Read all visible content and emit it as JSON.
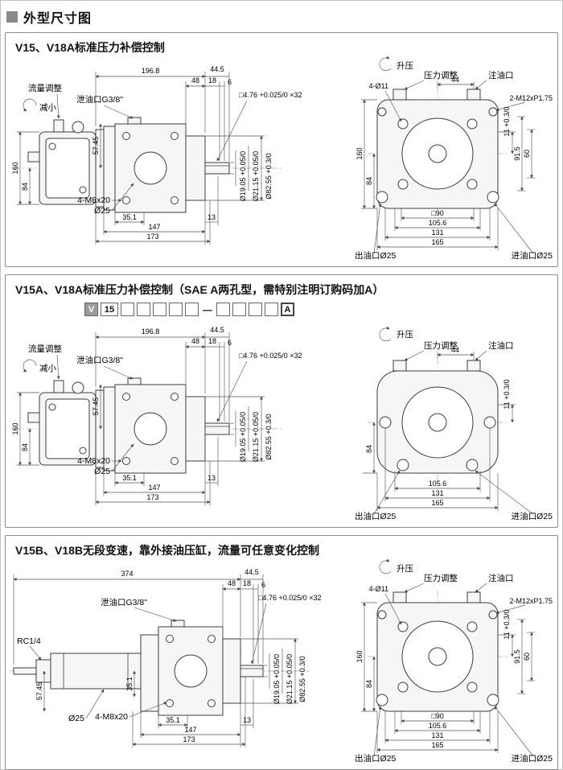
{
  "page": {
    "header": "外型尺寸图"
  },
  "p1": {
    "title": "V15、V18A标准压力补偿控制",
    "left": {
      "flow_adjust": "流量调整",
      "decrease": "减小",
      "drain_port": "泄油口G3/8\"",
      "dim_196_8": "196.8",
      "dim_44_5": "44.5",
      "dim_48": "48",
      "dim_18": "18",
      "dim_6": "6",
      "key_spec": "□4.76 +0.025/0 ×32",
      "dia_19": "Ø19.05 +0.05/0",
      "dia_21": "Ø21.15 +0.05/0",
      "dia_82": "Ø82.55 +0.3/0",
      "dim_57": "57.45",
      "dim_84": "84",
      "dim_160": "160",
      "bolt": "4-M8x20",
      "dia_25": "Ø25",
      "dim_35": "35.1",
      "dim_147": "147",
      "dim_173": "173",
      "dim_13": "13"
    },
    "right": {
      "boost": "升压",
      "pressure_adjust": "压力调整",
      "fill_port": "注油口",
      "dim_44": "44",
      "holes": "4-Ø11",
      "thread": "2-M12xP1.75",
      "dim_160": "160",
      "dim_84": "84",
      "dim_11": "11 +0.3/0",
      "dim_91": "91.5",
      "dim_60": "60",
      "dim_sq90": "□90",
      "dim_105": "105.6",
      "dim_131": "131",
      "dim_165": "165",
      "outlet": "出油口Ø25",
      "inlet": "进油口Ø25"
    }
  },
  "p2": {
    "title": "V15A、V18A标准压力补偿控制（SAE A两孔型，需特别注明订购码加A）",
    "code": {
      "prefix": "V",
      "series": "15",
      "separator": "—",
      "suffix": "A"
    },
    "left": {
      "flow_adjust": "流量调整",
      "decrease": "减小",
      "drain_port": "泄油口G3/8\"",
      "dim_196_8": "196.8",
      "dim_44_5": "44.5",
      "dim_48": "48",
      "dim_18": "18",
      "dim_6": "6",
      "key_spec": "□4.76 +0.025/0 ×32",
      "dia_19": "Ø19.05 +0.05/0",
      "dia_21": "Ø21.15 +0.05/0",
      "dia_82": "Ø82.55 +0.3/0",
      "dim_57": "57.45",
      "dim_84": "84",
      "dim_160": "160",
      "bolt": "4-M8x20",
      "dia_25": "Ø25",
      "dim_35": "35.1",
      "dim_147": "147",
      "dim_173": "173",
      "dim_13": "13"
    },
    "right": {
      "boost": "升压",
      "pressure_adjust": "压力调整",
      "fill_port": "注油口",
      "dim_44": "44",
      "dim_84": "84",
      "dim_11": "11 +0.3/0",
      "dim_105": "105.6",
      "dim_131": "131",
      "dim_165": "165",
      "outlet": "出油口Ø25",
      "inlet": "进油口Ø25"
    }
  },
  "p3": {
    "title": "V15B、V18B无段变速，靠外接油压缸，流量可任意变化控制",
    "left": {
      "cyl_port": "RC1/4",
      "drain_port": "泄油口G3/8\"",
      "dim_374": "374",
      "dim_44_5": "44.5",
      "dim_48": "48",
      "dim_18": "18",
      "dim_6": "6",
      "key_spec": "□4.76 +0.025/0 ×32",
      "dia_19": "Ø19.05 +0.05/0",
      "dia_21": "Ø21.15 +0.05/0",
      "dia_82": "Ø82.55 +0.3/0",
      "dim_57": "57.45",
      "dim_35v": "35.1",
      "dia_25": "Ø25",
      "bolt": "4-M8x20",
      "dim_35": "35.1",
      "dim_147": "147",
      "dim_173": "173",
      "dim_13": "13"
    },
    "right": {
      "boost": "升压",
      "pressure_adjust": "压力调整",
      "fill_port": "注油口",
      "holes": "4-Ø11",
      "thread": "2-M12xP1.75",
      "dim_160": "160",
      "dim_84": "84",
      "dim_11": "11 +0.3/0",
      "dim_91": "91.5",
      "dim_60": "60",
      "dim_sq90": "□90",
      "dim_105": "105.6",
      "dim_131": "131",
      "dim_165": "165",
      "outlet": "出油口Ø25",
      "inlet": "进油口Ø25"
    }
  }
}
